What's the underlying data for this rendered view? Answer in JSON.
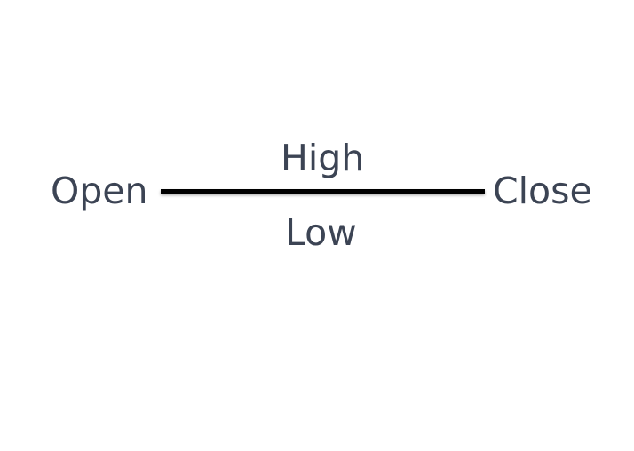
{
  "diagram": {
    "labels": {
      "open": "Open",
      "close": "Close",
      "high": "High",
      "low": "Low"
    }
  },
  "colors": {
    "text": "#3c4454",
    "line": "#000000",
    "background": "#ffffff"
  }
}
